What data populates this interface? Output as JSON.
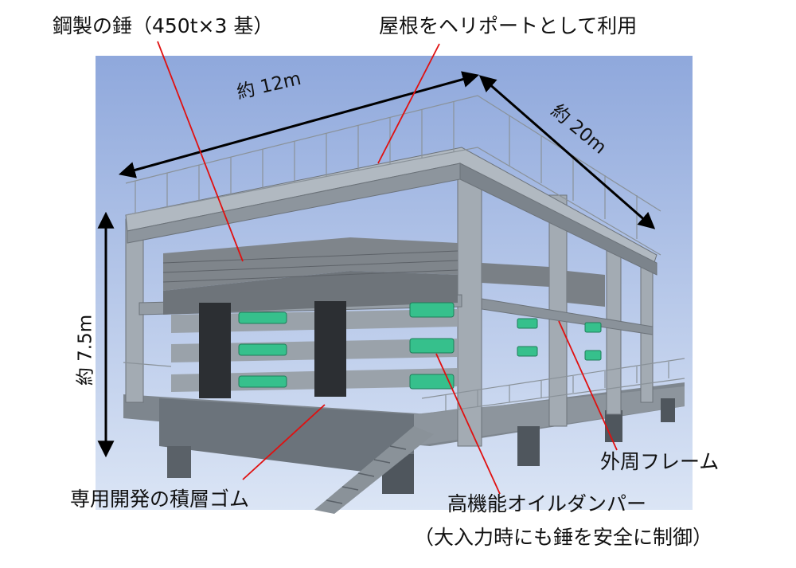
{
  "labels": {
    "weights": "鋼製の錘（450t×3 基）",
    "roof": "屋根をヘリポートとして利用",
    "frame": "外周フレーム",
    "rubber": "専用開発の積層ゴム",
    "damper": "高機能オイルダンパー",
    "damper_note": "（大入力時にも錘を安全に制御）"
  },
  "dimensions": {
    "width": "約 12m",
    "depth": "約 20m",
    "height": "約 7.5m"
  },
  "colors": {
    "sky_top": "#8fa8dc",
    "sky_bottom": "#d6e2f4",
    "steel": "#9aa2aa",
    "steel_dark": "#5c636b",
    "weight": "#7d8288",
    "damper": "#36c08c",
    "rubber": "#2c2f33",
    "leader_line": "#e01010",
    "arrow": "#000000"
  }
}
